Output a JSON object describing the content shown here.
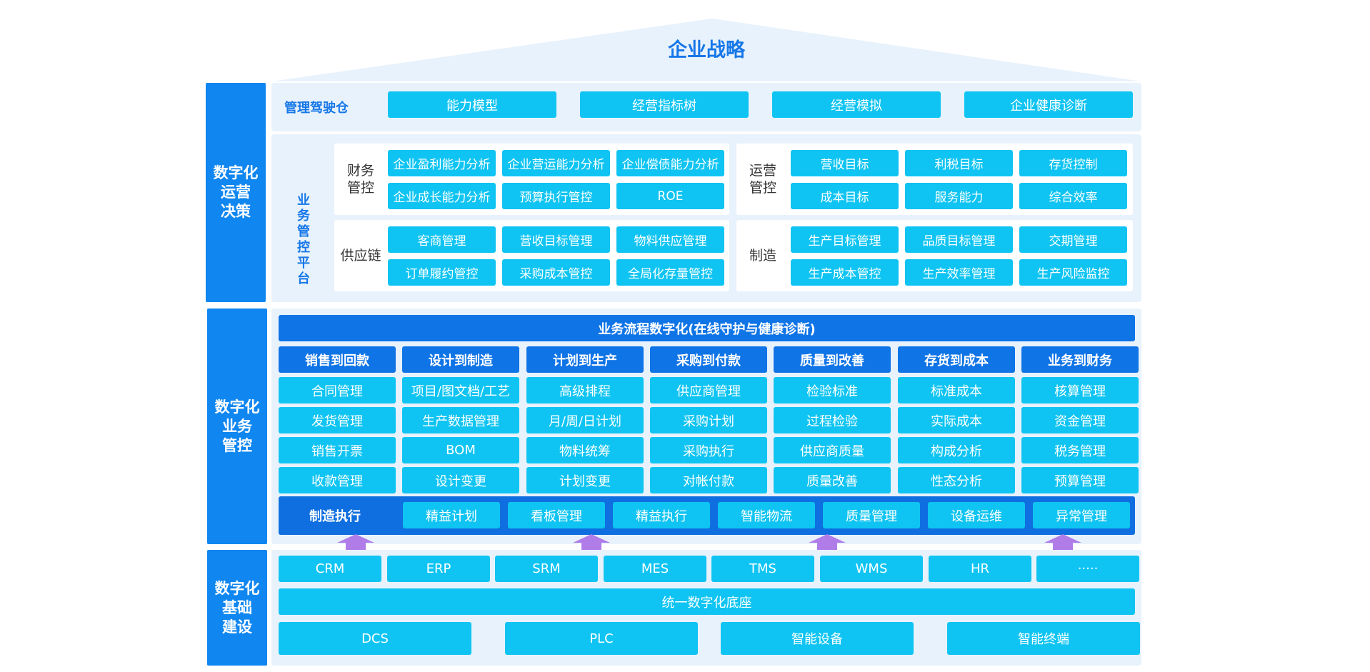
{
  "strategy": {
    "title": "企业战略"
  },
  "sidebars": {
    "decision": "数字化\n运营\n决策",
    "business": "数字化\n业务\n管控",
    "infrastructure": "数字化\n基础\n建设"
  },
  "cockpit": {
    "label": "管理驾驶仓",
    "items": [
      "能力模型",
      "经营指标树",
      "经营模拟",
      "企业健康诊断"
    ]
  },
  "platform": {
    "vertical_label": "业务管控平台",
    "finance": {
      "label": "财务\n管控",
      "items": [
        "企业盈利能力分析",
        "企业营运能力分析",
        "企业偿债能力分析",
        "企业成长能力分析",
        "预算执行管控",
        "ROE"
      ]
    },
    "operation": {
      "label": "运营\n管控",
      "items": [
        "营收目标",
        "利税目标",
        "存货控制",
        "成本目标",
        "服务能力",
        "综合效率"
      ]
    },
    "supply": {
      "label": "供应链",
      "items": [
        "客商管理",
        "营收目标管理",
        "物料供应管理",
        "订单履约管控",
        "采购成本管控",
        "全局化存量管控"
      ]
    },
    "manufacturing": {
      "label": "制造",
      "items": [
        "生产目标管理",
        "品质目标管理",
        "交期管理",
        "生产成本管控",
        "生产效率管理",
        "生产风险监控"
      ]
    }
  },
  "process": {
    "title": "业务流程数字化(在线守护与健康诊断)",
    "columns": [
      {
        "header": "销售到回款",
        "items": [
          "合同管理",
          "发货管理",
          "销售开票",
          "收款管理"
        ]
      },
      {
        "header": "设计到制造",
        "items": [
          "项目/图文档/工艺",
          "生产数据管理",
          "BOM",
          "设计变更"
        ]
      },
      {
        "header": "计划到生产",
        "items": [
          "高级排程",
          "月/周/日计划",
          "物料统筹",
          "计划变更"
        ]
      },
      {
        "header": "采购到付款",
        "items": [
          "供应商管理",
          "采购计划",
          "采购执行",
          "对帐付款"
        ]
      },
      {
        "header": "质量到改善",
        "items": [
          "检验标准",
          "过程检验",
          "供应商质量",
          "质量改善"
        ]
      },
      {
        "header": "存货到成本",
        "items": [
          "标准成本",
          "实际成本",
          "构成分析",
          "性态分析"
        ]
      },
      {
        "header": "业务到财务",
        "items": [
          "核算管理",
          "资金管理",
          "税务管理",
          "预算管理"
        ]
      }
    ],
    "execution": {
      "label": "制造执行",
      "items": [
        "精益计划",
        "看板管理",
        "精益执行",
        "智能物流",
        "质量管理",
        "设备运维",
        "异常管理"
      ]
    }
  },
  "infra": {
    "systems": [
      "CRM",
      "ERP",
      "SRM",
      "MES",
      "TMS",
      "WMS",
      "HR",
      "·····"
    ],
    "base": "统一数字化底座",
    "devices": [
      "DCS",
      "PLC",
      "智能设备",
      "智能终端"
    ]
  },
  "colors": {
    "primary": "#0f86f0",
    "box": "#0fc4f2",
    "header": "#0f74e6",
    "panel": "#e8f2fc",
    "arrow": "#b07ce8"
  }
}
